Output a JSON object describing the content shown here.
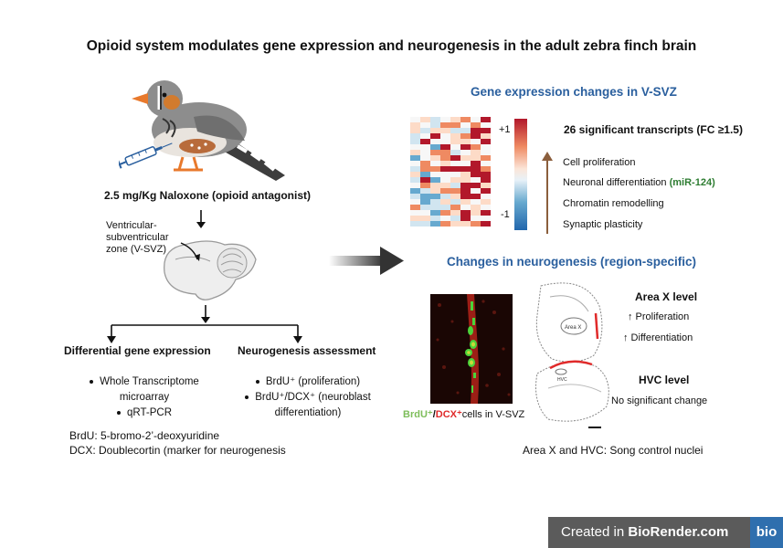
{
  "title": "Opioid system modulates gene expression and neurogenesis in the adult zebra finch brain",
  "left": {
    "treatment": "2.5 mg/Kg Naloxone (opioid antagonist)",
    "vsvz_label": "Ventricular-\nsubventricular\nzone (V-SVZ)",
    "branch_left": {
      "heading": "Differential gene expression",
      "items": [
        "Whole Transcriptome microarray",
        "qRT-PCR"
      ]
    },
    "branch_right": {
      "heading": "Neurogenesis assessment",
      "items": [
        "BrdU⁺ (proliferation)",
        "BrdU⁺/DCX⁺ (neuroblast differentiation)"
      ]
    },
    "abbr_1": "BrdU: 5-bromo-2’-deoxyuridine",
    "abbr_2": "DCX: Doublecortin (marker for neurogenesis"
  },
  "gene_expression": {
    "heading": "Gene expression changes in V-SVZ",
    "scale_max": "+1",
    "scale_min": "-1",
    "summary": "26 significant transcripts (FC ≥1.5)",
    "items": [
      {
        "text": "Cell proliferation",
        "extra": ""
      },
      {
        "text": "Neuronal differentiation",
        "extra": "(miR-124)"
      },
      {
        "text": "Chromatin remodelling",
        "extra": ""
      },
      {
        "text": "Synaptic plasticity",
        "extra": ""
      }
    ],
    "colors": {
      "up": "#c0262e",
      "down": "#2166ac",
      "arrow": "#8b5e3c",
      "mir": "#2e7d32"
    }
  },
  "neurogenesis": {
    "heading": "Changes in neurogenesis (region-specific)",
    "caption_brdu": "BrdU⁺",
    "caption_slash": "/",
    "caption_dcx": "DCX⁺",
    "caption_rest": "cells in V-SVZ",
    "area_x": {
      "title": "Area X level",
      "line1": "↑ Proliferation",
      "line2": "↑ Differentiation",
      "brain_label": "Area X"
    },
    "hvc": {
      "title": "HVC level",
      "line1": "No significant change",
      "brain_label": "HVC"
    },
    "note": "Area X and HVC: Song control nuclei"
  },
  "footer": {
    "text_prefix": "Created in ",
    "text_brand": "BioRender.com",
    "logo": "bio"
  }
}
